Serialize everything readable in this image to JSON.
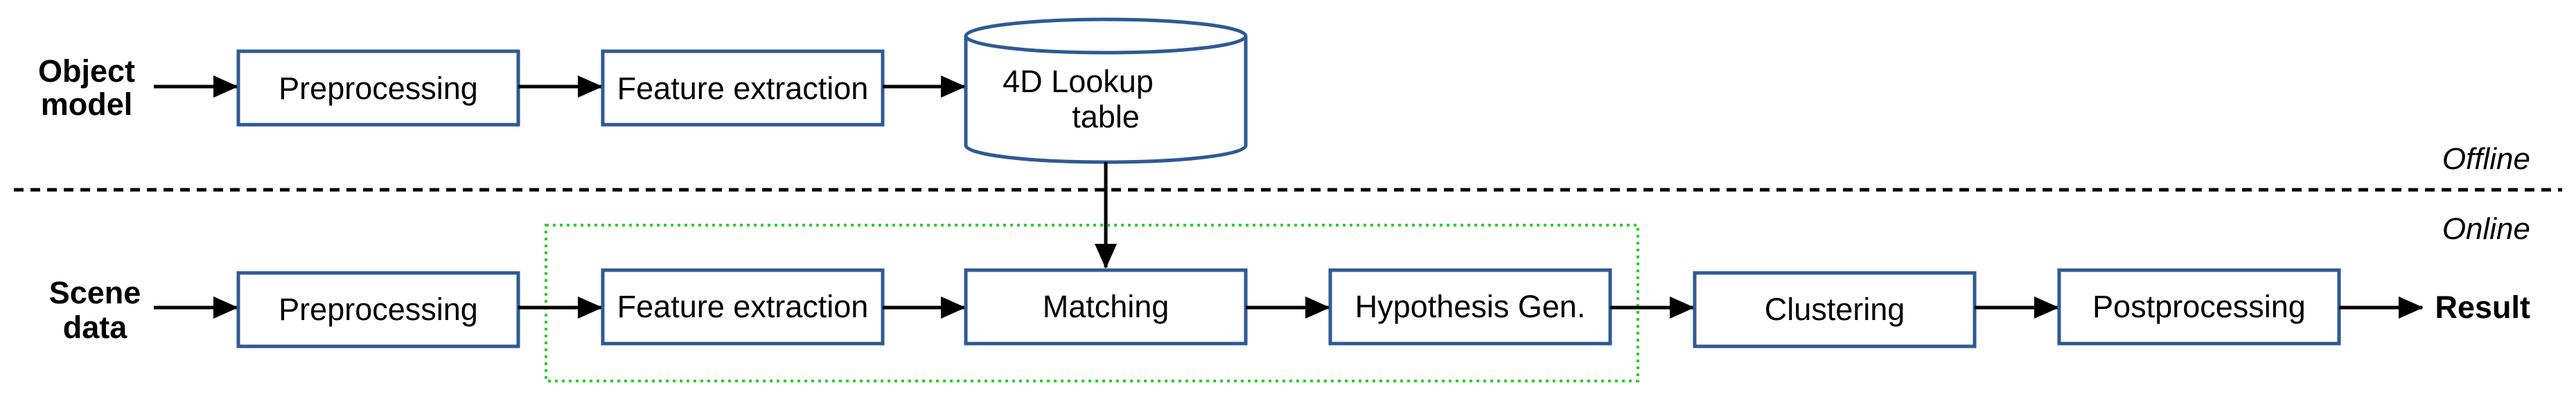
{
  "offline": {
    "input_label": [
      "Object",
      "model"
    ],
    "preprocessing": "Preprocessing",
    "feature_extraction": "Feature extraction",
    "lookup_table": [
      "4D Lookup",
      "table"
    ],
    "phase_label": "Offline"
  },
  "online": {
    "input_label": [
      "Scene",
      "data"
    ],
    "preprocessing": "Preprocessing",
    "feature_extraction": "Feature extraction",
    "matching": "Matching",
    "hypothesis": "Hypothesis Gen.",
    "clustering": "Clustering",
    "postprocessing": "Postprocessing",
    "result_label": "Result",
    "phase_label": "Online"
  },
  "colors": {
    "box_stroke": "#2e5a94",
    "group_stroke": "#2ecc2e",
    "arrow": "#000000"
  }
}
